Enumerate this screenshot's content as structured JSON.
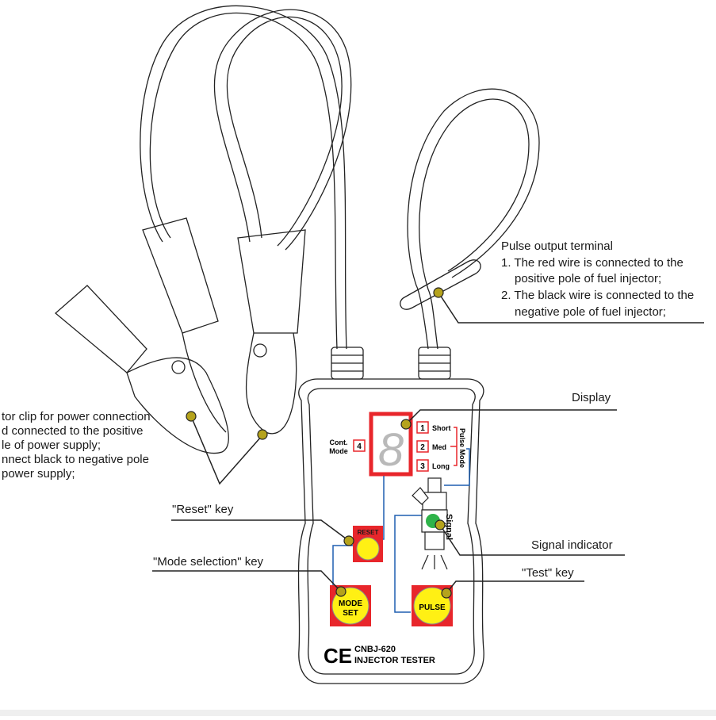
{
  "diagram": {
    "title": "CNBJ-620 Injector Tester connection diagram",
    "device": {
      "model": "CNBJ-620",
      "name": "INJECTOR TESTER",
      "certification_mark": "CE",
      "display_digit": "8",
      "cont_mode": {
        "label_line1": "Cont.",
        "label_line2": "Mode",
        "number": "4"
      },
      "pulse_modes": [
        {
          "number": "1",
          "label": "Short"
        },
        {
          "number": "2",
          "label": "Med"
        },
        {
          "number": "3",
          "label": "Long"
        }
      ],
      "pulse_mode_label": "Pulse Mode",
      "signal_label": "Signal",
      "buttons": {
        "reset": "RESET",
        "mode_line1": "MODE",
        "mode_line2": "SET",
        "pulse": "PULSE"
      }
    },
    "callouts": {
      "pulse_output": {
        "title": "Pulse output terminal",
        "line1": "1. The red wire is connected to the",
        "line2": "positive pole of fuel injector;",
        "line3": "2. The black wire is connected to the",
        "line4": "negative pole of fuel injector;"
      },
      "display": "Display",
      "alligator": {
        "line1": "tor clip for power connection",
        "line2": "d connected to the positive",
        "line3": "le of power supply;",
        "line4": "nnect black to negative pole",
        "line5": "power supply;"
      },
      "reset_key": "\"Reset\" key",
      "mode_key": "\"Mode selection\" key",
      "signal_indicator": "Signal indicator",
      "test_key": "\"Test\" key"
    },
    "colors": {
      "callout_dot": "#b5a31c",
      "red": "#e8262b",
      "yellow": "#fff014",
      "blue_wire": "#1f5fb0",
      "led_green": "#2fb34a",
      "segment_gray": "#b9b9b9"
    }
  }
}
